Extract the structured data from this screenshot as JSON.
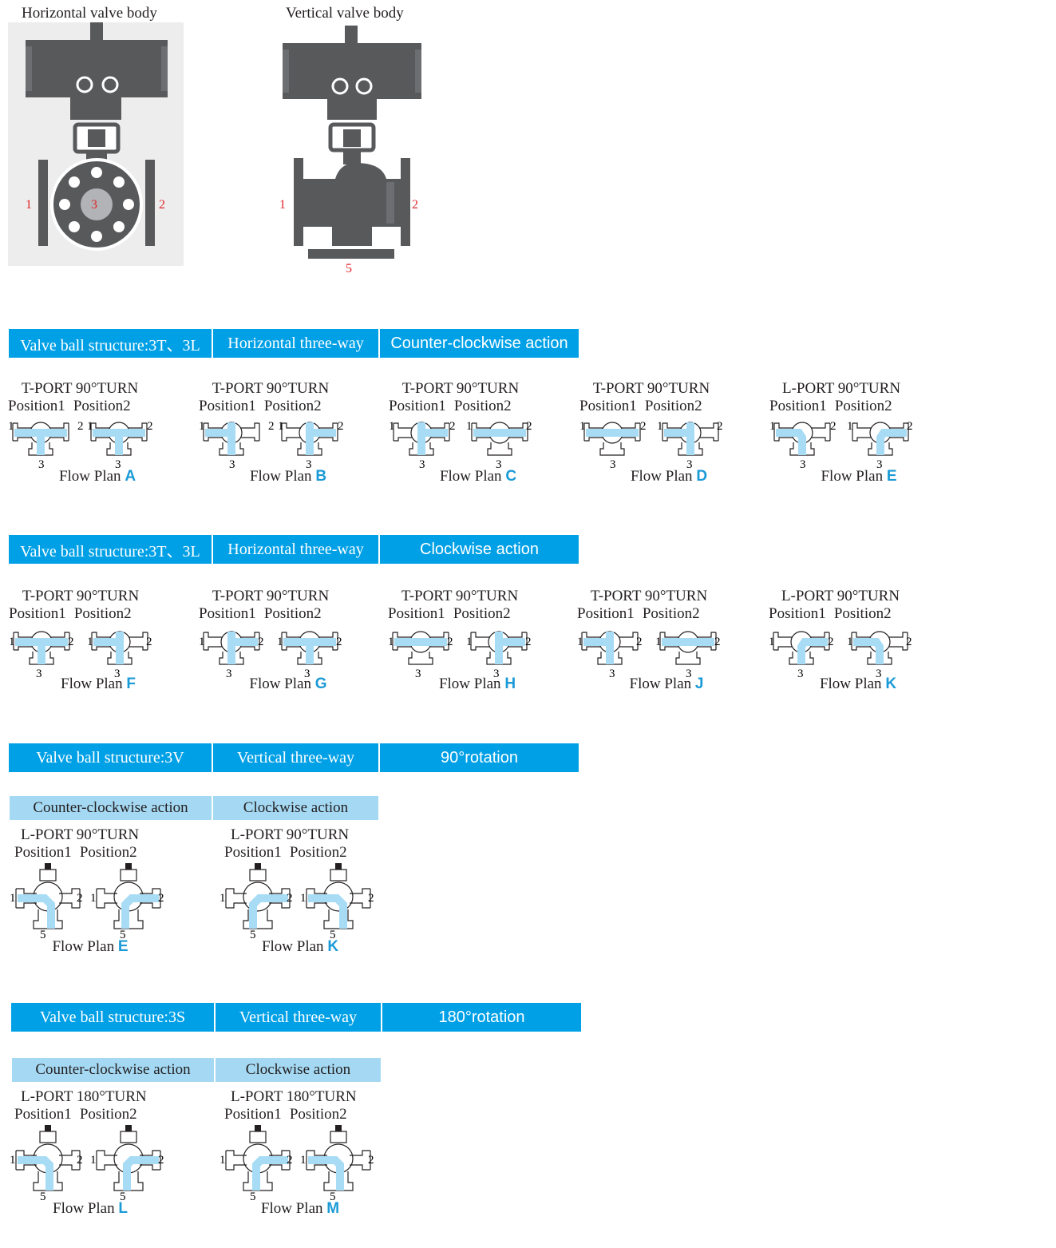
{
  "bodies": {
    "horizontal": {
      "title": "Horizontal valve body",
      "port_left": "1",
      "port_center": "3",
      "port_right": "2"
    },
    "vertical": {
      "title": "Vertical valve body",
      "port_left": "1",
      "port_right": "2",
      "port_bottom": "5"
    }
  },
  "section1": {
    "headers": [
      "Valve ball structure:3T、3L",
      "Horizontal three-way",
      "Counter-clockwise action"
    ],
    "plans": [
      {
        "port": "T-PORT 90°TURN",
        "p1": "Position1",
        "p2": "Position2",
        "flow_prefix": "Flow Plan",
        "flow_letter": "A",
        "left_num": "1",
        "right_num": "2",
        "bottom_num": "3"
      },
      {
        "port": "T-PORT 90°TURN",
        "p1": "Position1",
        "p2": "Position2",
        "flow_prefix": "Flow Plan",
        "flow_letter": "B",
        "left_num": "1",
        "right_num": "2",
        "bottom_num": "3"
      },
      {
        "port": "T-PORT 90°TURN",
        "p1": "Position1",
        "p2": "Position2",
        "flow_prefix": "Flow Plan",
        "flow_letter": "C",
        "left_num": "1",
        "right_num": "2",
        "bottom_num": "3"
      },
      {
        "port": "T-PORT 90°TURN",
        "p1": "Position1",
        "p2": "Position2",
        "flow_prefix": "Flow Plan",
        "flow_letter": "D",
        "left_num": "1",
        "right_num": "2",
        "bottom_num": "3"
      },
      {
        "port": "L-PORT 90°TURN",
        "p1": "Position1",
        "p2": "Position2",
        "flow_prefix": "Flow Plan",
        "flow_letter": "E",
        "left_num": "1",
        "right_num": "2",
        "bottom_num": "3"
      }
    ]
  },
  "section2": {
    "headers": [
      "Valve ball structure:3T、3L",
      "Horizontal three-way",
      "Clockwise action"
    ],
    "plans": [
      {
        "port": "T-PORT 90°TURN",
        "p1": "Position1",
        "p2": "Position2",
        "flow_prefix": "Flow Plan",
        "flow_letter": "F",
        "left_num": "1",
        "right_num": "2",
        "bottom_num": "3"
      },
      {
        "port": "T-PORT 90°TURN",
        "p1": "Position1",
        "p2": "Position2",
        "flow_prefix": "Flow Plan",
        "flow_letter": "G",
        "left_num": "1",
        "right_num": "2",
        "bottom_num": "3"
      },
      {
        "port": "T-PORT 90°TURN",
        "p1": "Position1",
        "p2": "Position2",
        "flow_prefix": "Flow Plan",
        "flow_letter": "H",
        "left_num": "1",
        "right_num": "2",
        "bottom_num": "3"
      },
      {
        "port": "T-PORT 90°TURN",
        "p1": "Position1",
        "p2": "Position2",
        "flow_prefix": "Flow Plan",
        "flow_letter": "J",
        "left_num": "1",
        "right_num": "2",
        "bottom_num": "3"
      },
      {
        "port": "L-PORT 90°TURN",
        "p1": "Position1",
        "p2": "Position2",
        "flow_prefix": "Flow Plan",
        "flow_letter": "K",
        "left_num": "1",
        "right_num": "2",
        "bottom_num": "3"
      }
    ]
  },
  "section3": {
    "headers": [
      "Valve ball structure:3V",
      "Vertical three-way",
      "90°rotation"
    ],
    "subheaders": [
      "Counter-clockwise action",
      "Clockwise action"
    ],
    "plans": [
      {
        "port": "L-PORT 90°TURN",
        "p1": "Position1",
        "p2": "Position2",
        "flow_prefix": "Flow Plan",
        "flow_letter": "E",
        "left_num": "1",
        "right_num": "2",
        "bottom_num": "5"
      },
      {
        "port": "L-PORT 90°TURN",
        "p1": "Position1",
        "p2": "Position2",
        "flow_prefix": "Flow Plan",
        "flow_letter": "K",
        "left_num": "1",
        "right_num": "2",
        "bottom_num": "5"
      }
    ]
  },
  "section4": {
    "headers": [
      "Valve ball structure:3S",
      "Vertical three-way",
      "180°rotation"
    ],
    "subheaders": [
      "Counter-clockwise action",
      "Clockwise action"
    ],
    "plans": [
      {
        "port": "L-PORT 180°TURN",
        "p1": "Position1",
        "p2": "Position2",
        "flow_prefix": "Flow Plan",
        "flow_letter": "L",
        "left_num": "1",
        "right_num": "2",
        "bottom_num": "5"
      },
      {
        "port": "L-PORT 180°TURN",
        "p1": "Position1",
        "p2": "Position2",
        "flow_prefix": "Flow Plan",
        "flow_letter": "M",
        "left_num": "1",
        "right_num": "2",
        "bottom_num": "5"
      }
    ]
  },
  "colors": {
    "header_blue": "#00a0e6",
    "subheader_blue": "#a5d9f3",
    "flow_blue": "#a8dcf5",
    "flow_letter": "#1a9ad6",
    "body_gray": "#58595b",
    "port_red": "#e0262b"
  }
}
